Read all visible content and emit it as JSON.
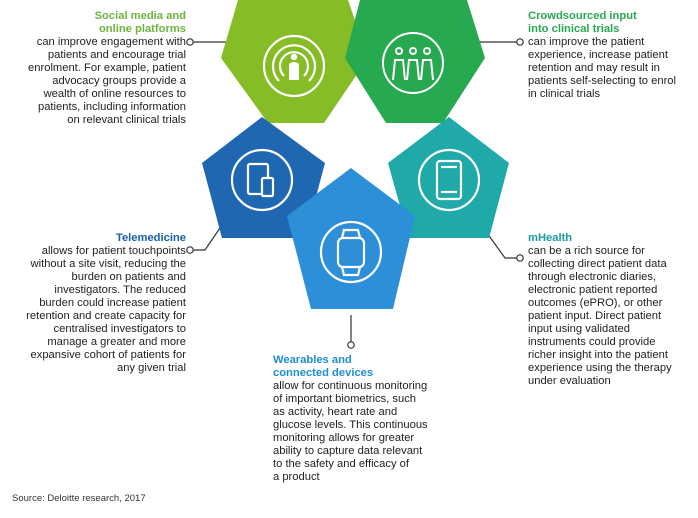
{
  "colors": {
    "social": "#86bc25",
    "crowd": "#26a94f",
    "tele": "#1f67b1",
    "mhealth": "#1fa9a8",
    "wearables": "#2d8fd8",
    "connector": "#333333"
  },
  "items": {
    "social": {
      "title": "Social media and online platforms",
      "title_line1": "Social media and",
      "title_line2": "online platforms",
      "body": "can improve engagement with patients and encourage trial enrolment. For example, patient advocacy groups provide a wealth of online resources to patients, including information on relevant clinical trials",
      "lines": [
        "can improve engagement with",
        "patients and encourage trial",
        "enrolment. For example, patient",
        "advocacy groups provide a",
        "wealth of online resources to",
        "patients, including information",
        "on relevant clinical trials"
      ],
      "icon": "person-broadcast-icon"
    },
    "crowd": {
      "title_line1": "Crowdsourced input",
      "title_line2": "into clinical trials",
      "lines": [
        "can improve the patient",
        "experience, increase patient",
        "retention and may result in",
        "patients self-selecting to enrol",
        "in clinical trials"
      ],
      "icon": "people-group-icon"
    },
    "tele": {
      "title_line1": "Telemedicine",
      "lines": [
        "allows for patient touchpoints",
        "without a site visit, reducing the",
        "burden on patients and",
        "investigators. The reduced",
        "burden could increase patient",
        "retention and create capacity for",
        "centralised investigators to",
        "manage a greater and more",
        "expansive cohort of patients for",
        "any given trial"
      ],
      "icon": "tablet-phone-icon"
    },
    "mhealth": {
      "title_line1": "mHealth",
      "lines": [
        "can be a rich source for",
        "collecting direct patient data",
        "through electronic diaries,",
        "electronic patient reported",
        "outcomes (ePRO), or other",
        "patient input. Direct patient",
        "input using validated",
        "instruments could provide",
        "richer insight into the patient",
        "experience using the therapy",
        "under evaluation"
      ],
      "icon": "smartphone-icon"
    },
    "wearables": {
      "title_line1": "Wearables and",
      "title_line2": "connected devices",
      "lines": [
        "allow for continuous monitoring",
        "of important biometrics, such",
        "as activity, heart rate and",
        "glucose levels. This continuous",
        "monitoring allows for greater",
        "ability to capture data relevant",
        "to the safety and efficacy of",
        "a product"
      ],
      "icon": "smartwatch-icon"
    }
  },
  "source": "Source: Deloitte research, 2017"
}
